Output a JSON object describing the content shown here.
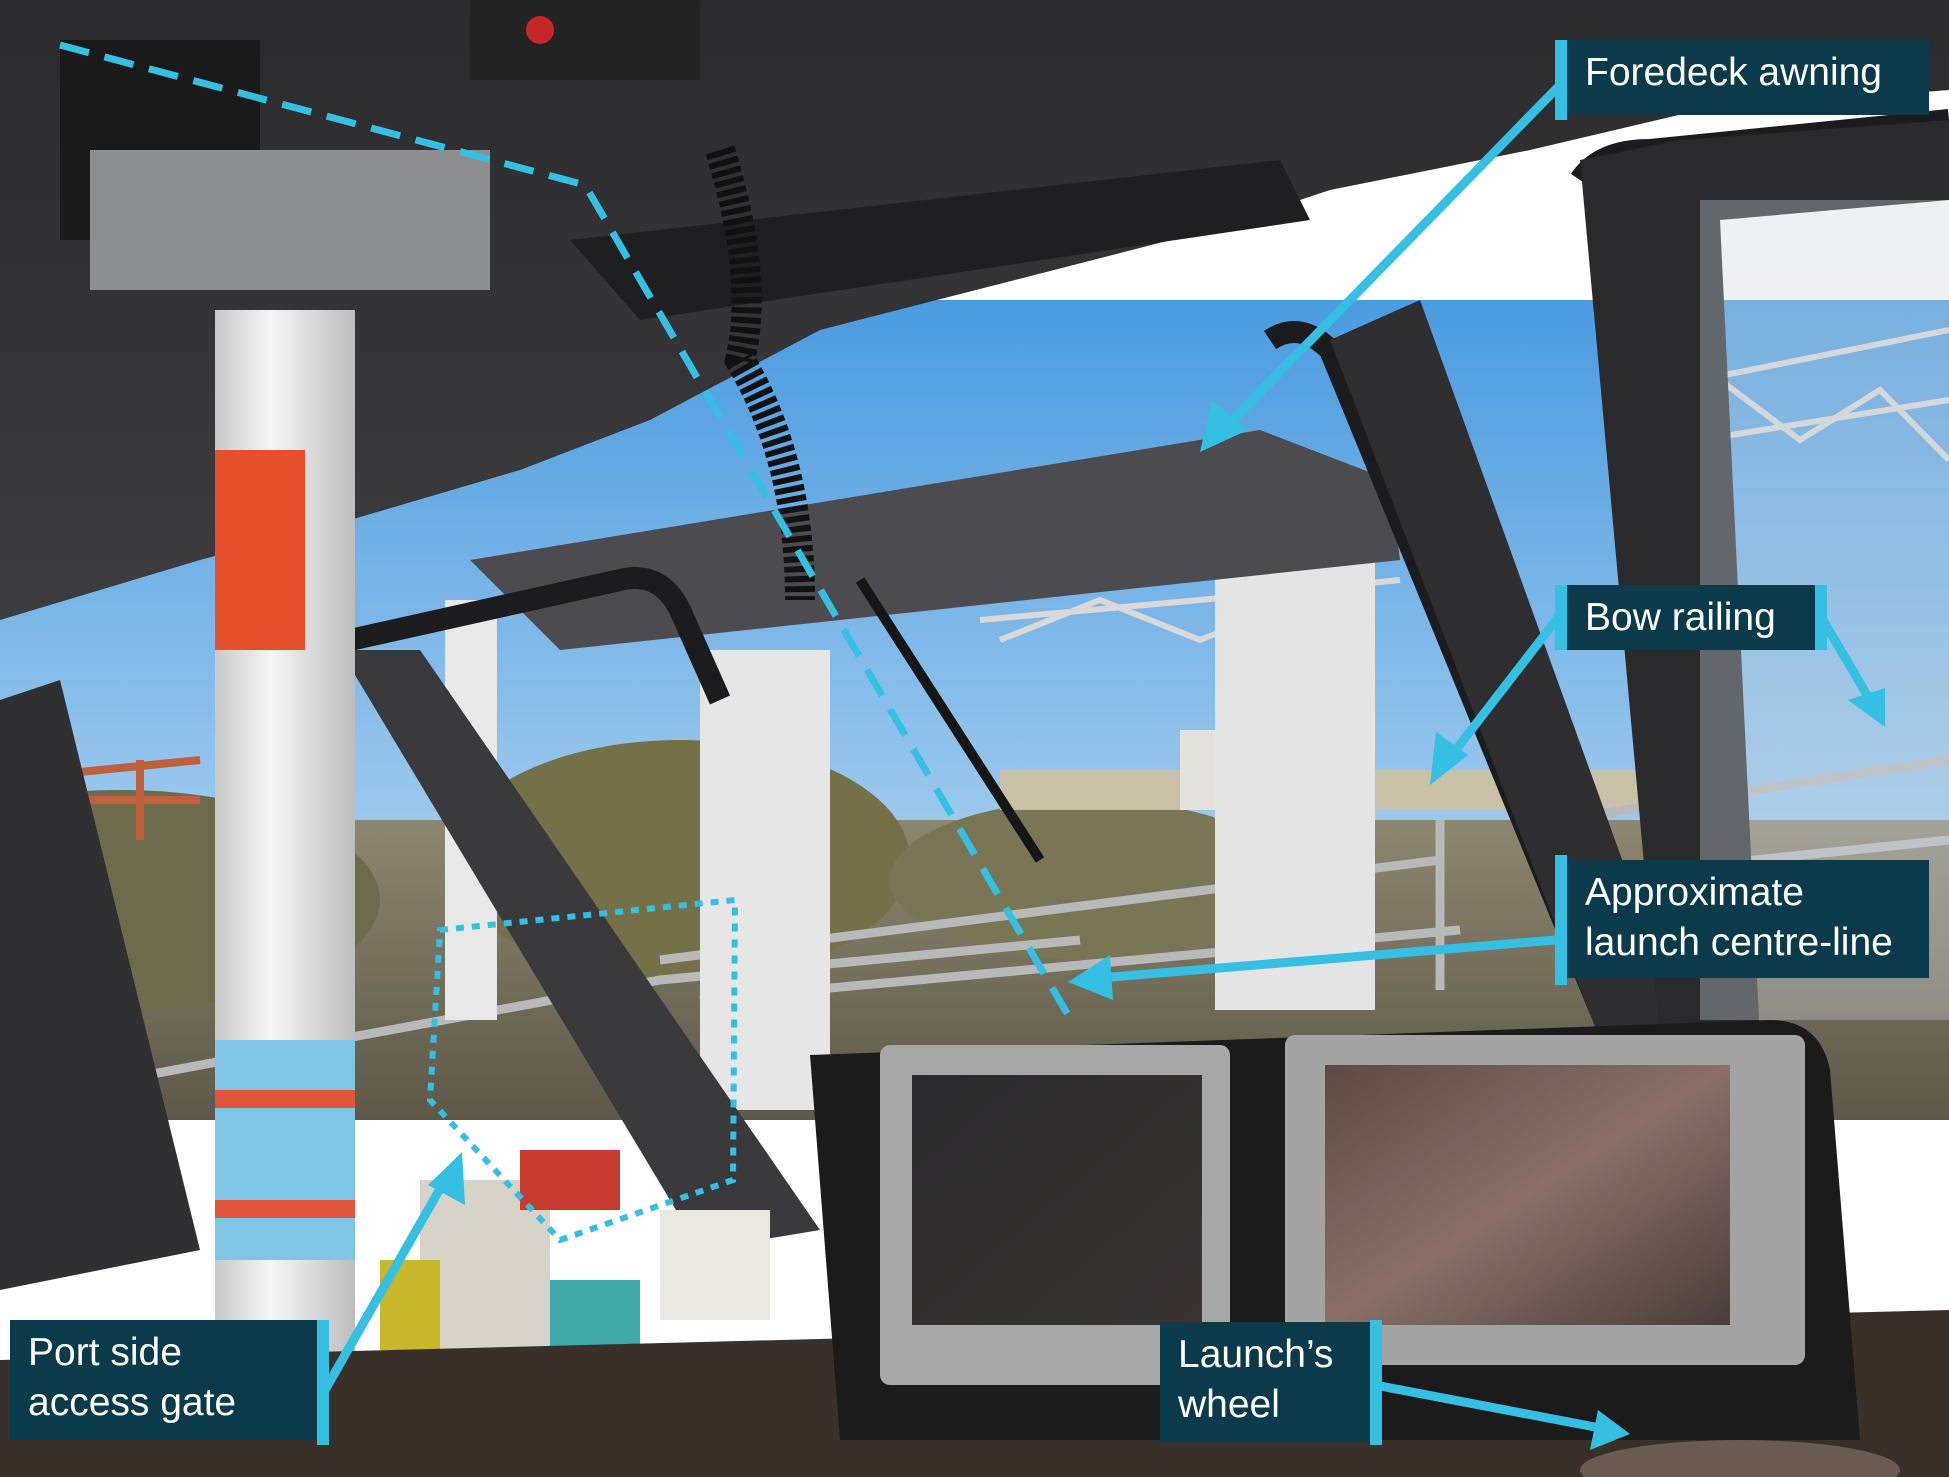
{
  "image": {
    "description": "Interior view of a launch wheelhouse looking forward through the windscreen with annotated labels and arrows",
    "colors": {
      "label_background": "#0b3a4b",
      "label_text": "#ffffff",
      "annotation": "#35bfe3"
    }
  },
  "annotations": {
    "foredeck_awning": "Foredeck awning",
    "bow_railing": "Bow railing",
    "centre_line_1": "Approximate",
    "centre_line_2": "launch centre-line",
    "port_gate_1": "Port side",
    "port_gate_2": "access gate",
    "wheel_1": "Launch’s",
    "wheel_2": "wheel"
  }
}
